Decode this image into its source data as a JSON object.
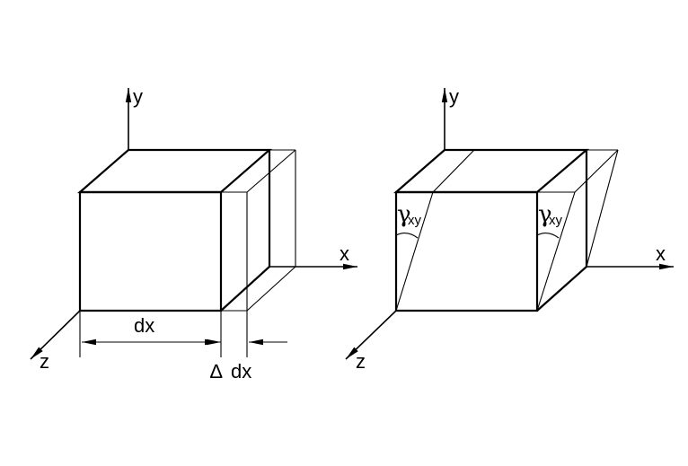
{
  "left_figure": {
    "axis_y": "y",
    "axis_x": "x",
    "axis_z": "z",
    "dim_dx": "dx",
    "dim_delta": "∆",
    "dim_delta_dx": "dx"
  },
  "right_figure": {
    "axis_y": "y",
    "axis_x": "x",
    "axis_z": "z",
    "gamma_symbol": "γ",
    "gamma_subscript": "xy"
  }
}
